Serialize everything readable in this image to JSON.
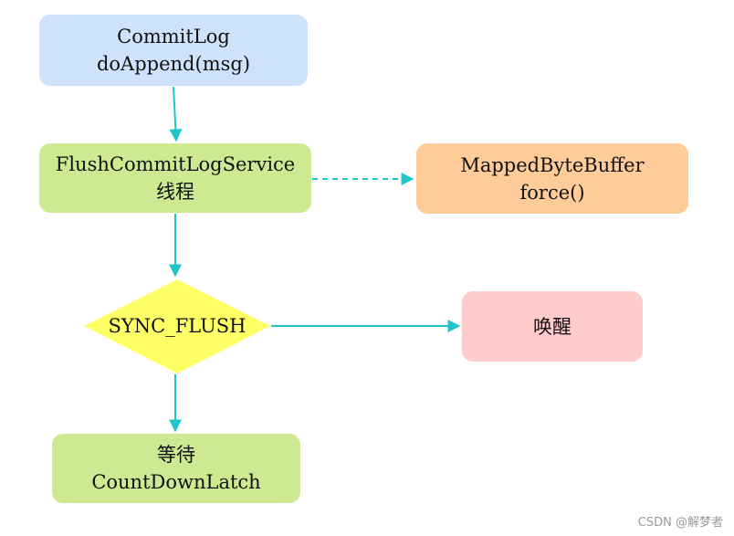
{
  "nodes": {
    "commitlog": {
      "line1": "CommitLog",
      "line2": "doAppend(msg)"
    },
    "flush_service": {
      "line1": "FlushCommitLogService",
      "line2": "线程"
    },
    "mapped_buffer": {
      "line1": "MappedByteBuffer",
      "line2": "force()"
    },
    "sync_flush": {
      "label": "SYNC_FLUSH"
    },
    "wakeup": {
      "label": "唤醒"
    },
    "wait": {
      "line1": "等待",
      "line2": "CountDownLatch"
    }
  },
  "colors": {
    "commitlog_fill": "#cfe2fc",
    "flush_service_fill": "#cde991",
    "mapped_buffer_fill": "#ffcc99",
    "sync_flush_fill": "#ffff66",
    "wakeup_fill": "#ffcccc",
    "wait_fill": "#cde991",
    "arrow": "#1ec6cc"
  },
  "watermark": "CSDN @解梦者"
}
